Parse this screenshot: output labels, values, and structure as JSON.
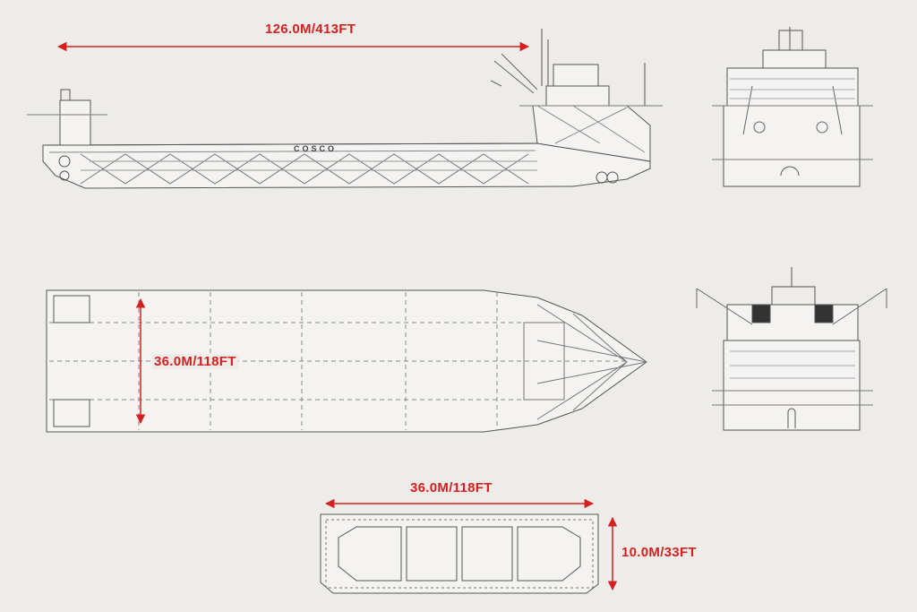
{
  "dimensions": {
    "length_label": "126.0M/413FT",
    "beam_label_plan": "36.0M/118FT",
    "beam_label_section": "36.0M/118FT",
    "depth_label": "10.0M/33FT"
  },
  "hull_marking": "COSCO",
  "colors": {
    "line": "#555555",
    "dimension": "#d42020",
    "background": "#edece9"
  }
}
